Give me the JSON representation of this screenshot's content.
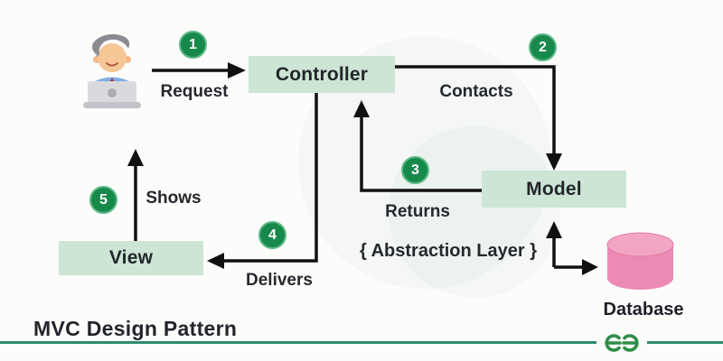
{
  "title": "MVC Design Pattern",
  "nodes": {
    "controller": "Controller",
    "model": "Model",
    "view": "View",
    "database": "Database"
  },
  "steps": [
    {
      "num": "1",
      "label": "Request"
    },
    {
      "num": "2",
      "label": "Contacts"
    },
    {
      "num": "3",
      "label": "Returns"
    },
    {
      "num": "4",
      "label": "Delivers"
    },
    {
      "num": "5",
      "label": "Shows"
    }
  ],
  "annotation": "{ Abstraction Layer }",
  "icons": {
    "actor": "user-at-laptop-icon",
    "storage": "database-cylinder-icon",
    "brand": "geeksforgeeks-logo-icon"
  },
  "colors": {
    "node_fill": "#cde5d4",
    "badge_fill": "#17894b",
    "badge_ring": "#5cb985",
    "arrow": "#111111",
    "database_body": "#ec8ab4",
    "database_top": "#f2a6c4",
    "footer_line": "#2e8b6e",
    "logo_green": "#2f8d46",
    "text_dark": "#26282e"
  }
}
